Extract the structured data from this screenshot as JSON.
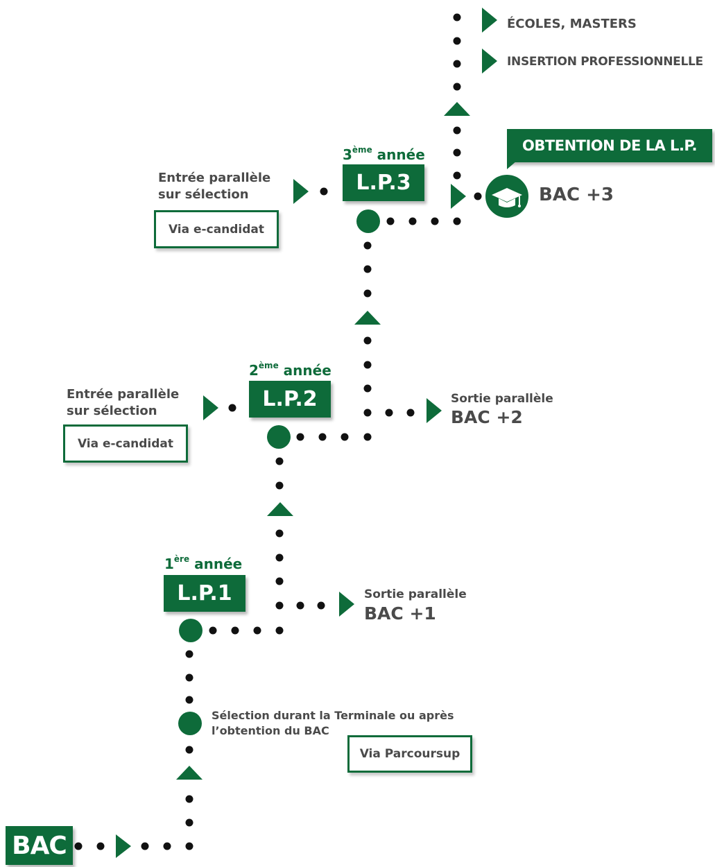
{
  "colors": {
    "brand_green": "#0e6b3a",
    "dot": "#111111",
    "text_grey": "#4a4a4a"
  },
  "bac": {
    "label": "BAC"
  },
  "selection": {
    "text_line1": "Sélection durant la Terminale ou après",
    "text_line2": "l’obtention du BAC",
    "via_label": "Via Parcoursup"
  },
  "lp1": {
    "year_num": "1",
    "year_sup": "ère",
    "year_word": "année",
    "label": "L.P.1"
  },
  "lp2": {
    "year_num": "2",
    "year_sup": "ème",
    "year_word": "année",
    "label": "L.P.2"
  },
  "lp3": {
    "year_num": "3",
    "year_sup": "ème",
    "year_word": "année",
    "label": "L.P.3"
  },
  "exit1": {
    "title": "Sortie parallèle",
    "level": "BAC +1"
  },
  "exit2": {
    "title": "Sortie parallèle",
    "level": "BAC +2"
  },
  "entry2": {
    "line1": "Entrée parallèle",
    "line2": "sur sélection",
    "via_label": "Via e-candidat"
  },
  "entry3": {
    "line1": "Entrée parallèle",
    "line2": "sur sélection",
    "via_label": "Via e-candidat"
  },
  "graduation": {
    "banner": "OBTENTION DE LA L.P.",
    "level": "BAC +3",
    "icon": "graduation-cap-icon"
  },
  "outcomes": [
    {
      "label": "ÉCOLES, MASTERS"
    },
    {
      "label": "INSERTION PROFESSIONNELLE"
    }
  ]
}
